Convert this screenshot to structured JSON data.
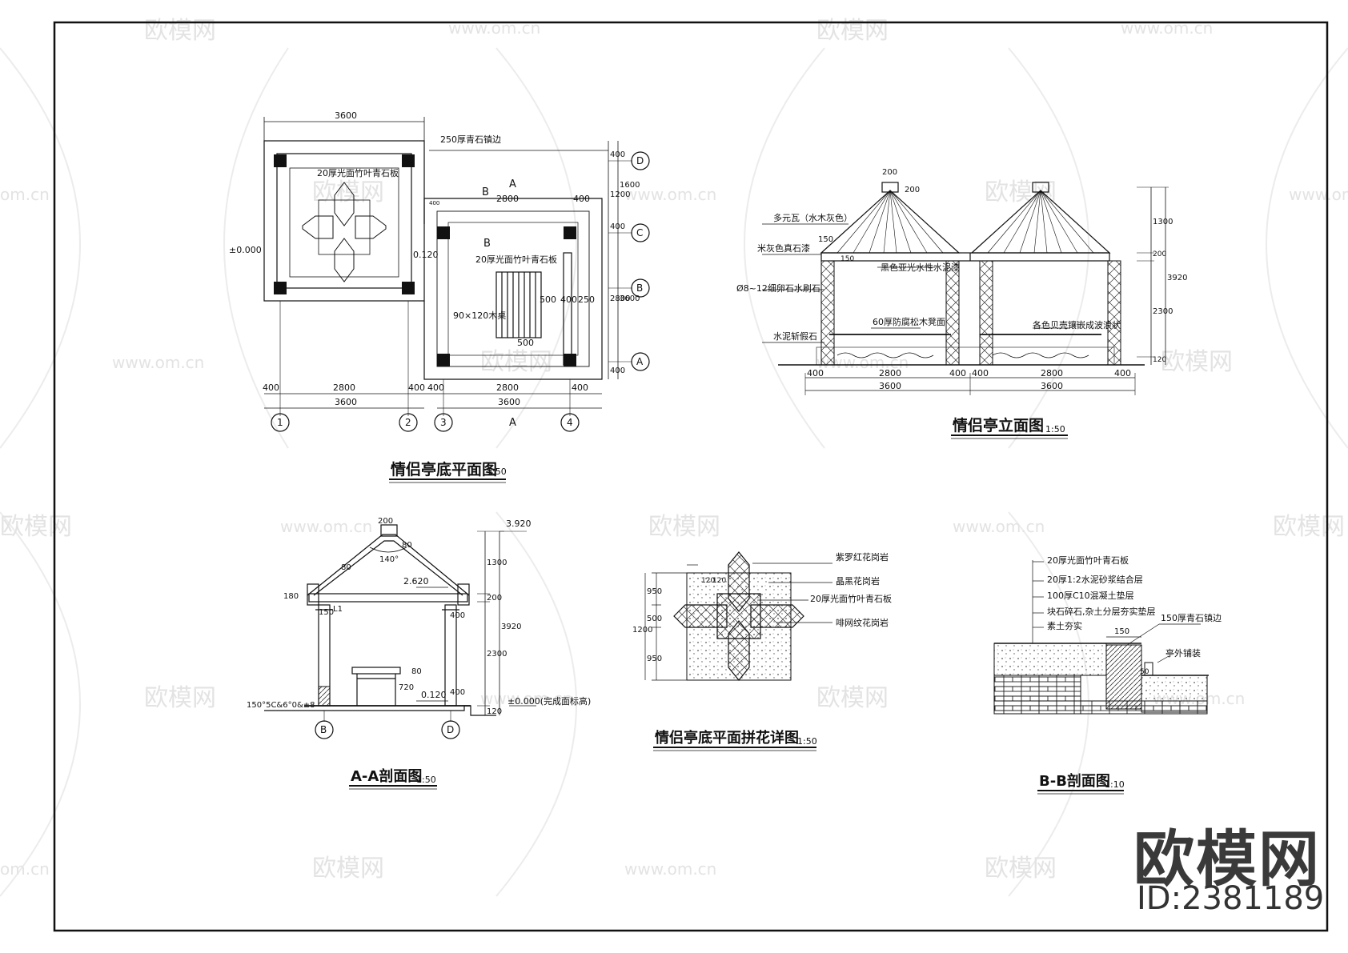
{
  "watermarks": {
    "brand": "欧模网",
    "url": "www.om.cn",
    "url_fragment": "om.cn"
  },
  "brand": {
    "name": "欧模网",
    "id": "ID:2381189"
  },
  "plan": {
    "title": "情侣亭底平面图",
    "scale": "1:50",
    "dim_top": "3600",
    "label_edge": "250厚青石镇边",
    "label_slab1": "20厚光面竹叶青石板",
    "label_slab2": "20厚光面竹叶青石板",
    "label_table": "90×120木桌",
    "elev_0": "±0.000",
    "elev_120": "0.120",
    "cut_a1": "A",
    "cut_b1": "B",
    "cut_b2": "B",
    "cut_a2": "A",
    "dim_2800_top": "2800",
    "dim_400_top": "400",
    "dim_400_tiny": "400",
    "dim_500": "500",
    "dim_400b": "400",
    "dim_250": "250",
    "dim_500v": "500",
    "right_dims": [
      "400",
      "1600",
      "1200",
      "400",
      "2800",
      "3600",
      "400"
    ],
    "bottom_dims": [
      "400",
      "2800",
      "400",
      "400",
      "2800",
      "400"
    ],
    "bottom_totals": [
      "3600",
      "3600"
    ],
    "axes_x": [
      "1",
      "2",
      "3",
      "4"
    ],
    "axes_y": [
      "D",
      "C",
      "B",
      "A"
    ]
  },
  "elevation": {
    "title": "情侣亭立面图",
    "scale": "1:50",
    "labels": {
      "tile": "多元瓦（水木灰色）",
      "paint": "米灰色真石漆",
      "cement": "黑色亚光水性水泥漆",
      "pebble": "Ø8~12细卵石水刷石",
      "stool": "60厚防腐松木凳面",
      "rock": "水泥斩假石",
      "shell": "各色贝壳镶嵌成波浪状"
    },
    "dims_top": [
      "200",
      "200",
      "150",
      "150"
    ],
    "dims_right": [
      "1300",
      "200",
      "3920",
      "2300",
      "120"
    ],
    "dims_bottom": [
      "400",
      "2800",
      "400",
      "400",
      "2800",
      "400"
    ],
    "dims_bottom_totals": [
      "3600",
      "3600"
    ]
  },
  "section_aa": {
    "title": "A-A剖面图",
    "scale": "1:50",
    "elev_top": "3.920",
    "elev_mid": "2.620",
    "elev_floor": "0.120",
    "elev_zero": "±0.000(完成面标高)",
    "angle": "140°",
    "dim_80": "80",
    "dim_200": "200",
    "dim_80b": "80",
    "dim_180": "180",
    "dim_l1": "L1",
    "dim_400a": "400",
    "dim_400b": "400",
    "dim_720": "720",
    "dim_80c": "80",
    "dim_150": "150",
    "dims_right": [
      "1300",
      "200",
      "3920",
      "2300",
      "120"
    ],
    "note": "150°5C&6°0&±8",
    "axes": [
      "B",
      "D"
    ]
  },
  "mosaic": {
    "title": "情侣亭底平面拼花详图",
    "scale": "1:50",
    "labels": [
      "紫罗红花岗岩",
      "晶黑花岗岩",
      "20厚光面竹叶青石板",
      "啡网纹花岗岩"
    ],
    "dims_top": [
      "120",
      "120"
    ],
    "dims_left_outer": "1200",
    "dims_left_inner": [
      "950",
      "500",
      "950"
    ]
  },
  "section_bb": {
    "title": "B-B剖面图",
    "scale": "1:10",
    "labels": [
      "20厚光面竹叶青石板",
      "20厚1:2水泥砂浆结合层",
      "100厚C10混凝土垫层",
      "块石碎石,杂土分层夯实垫层",
      "素土夯实"
    ],
    "edge": "150厚青石镇边",
    "outside": "亭外铺装",
    "dim_150": "150",
    "dim_50": "50"
  }
}
